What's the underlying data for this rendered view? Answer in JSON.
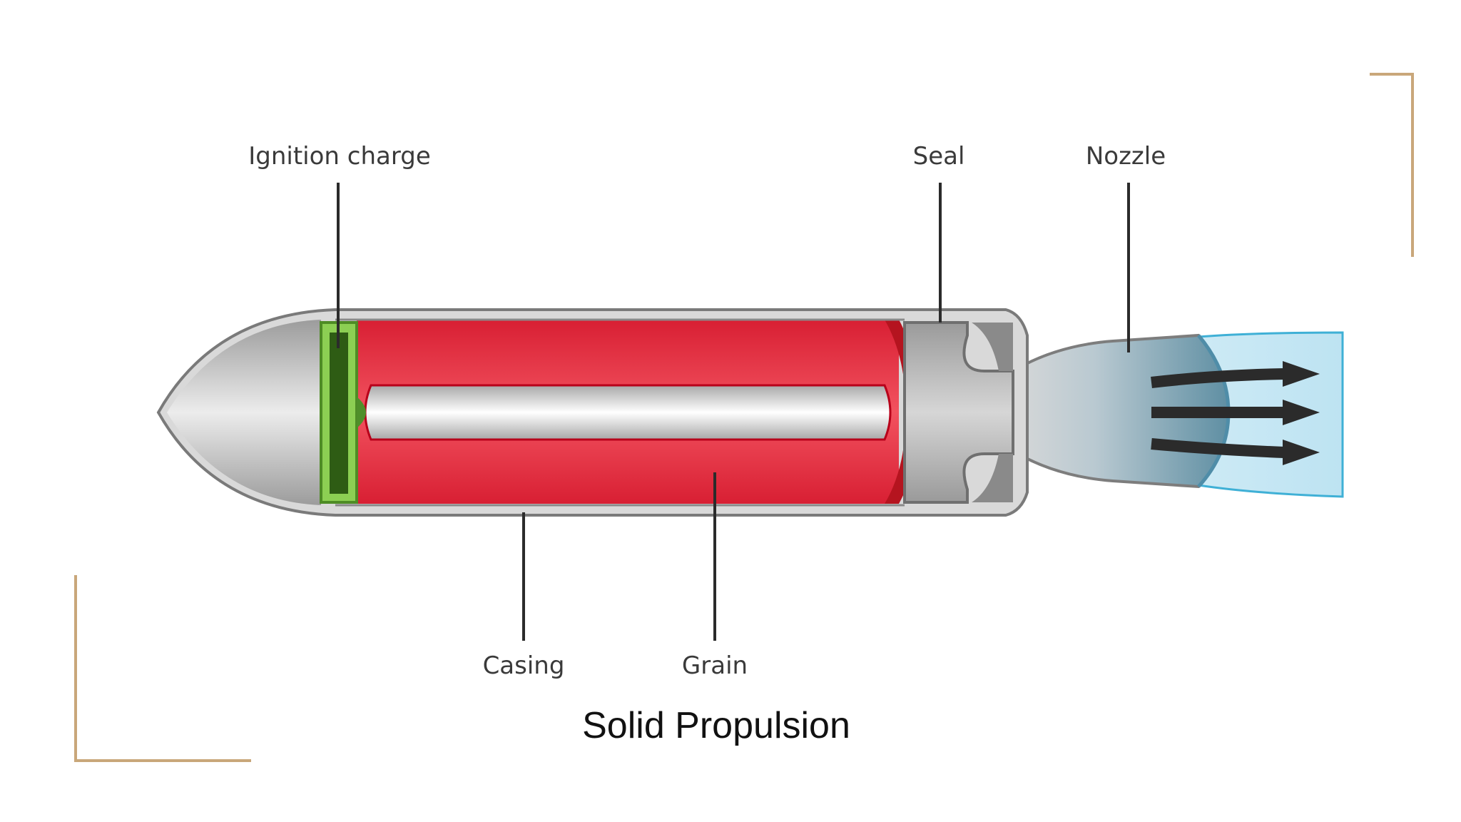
{
  "labels": {
    "ignition_charge": "Ignition charge",
    "seal": "Seal",
    "nozzle": "Nozzle",
    "casing": "Casing",
    "grain": "Grain"
  },
  "caption": "Solid Propulsion",
  "colors": {
    "frame_accent": "#c9a77a",
    "grain": "#e8293e",
    "ignition": "#6fb43c",
    "casing": "#bdbdbd",
    "exhaust": "#bfe6f4"
  },
  "icons": {
    "exhaust_arrows": "arrow-right-icon"
  }
}
